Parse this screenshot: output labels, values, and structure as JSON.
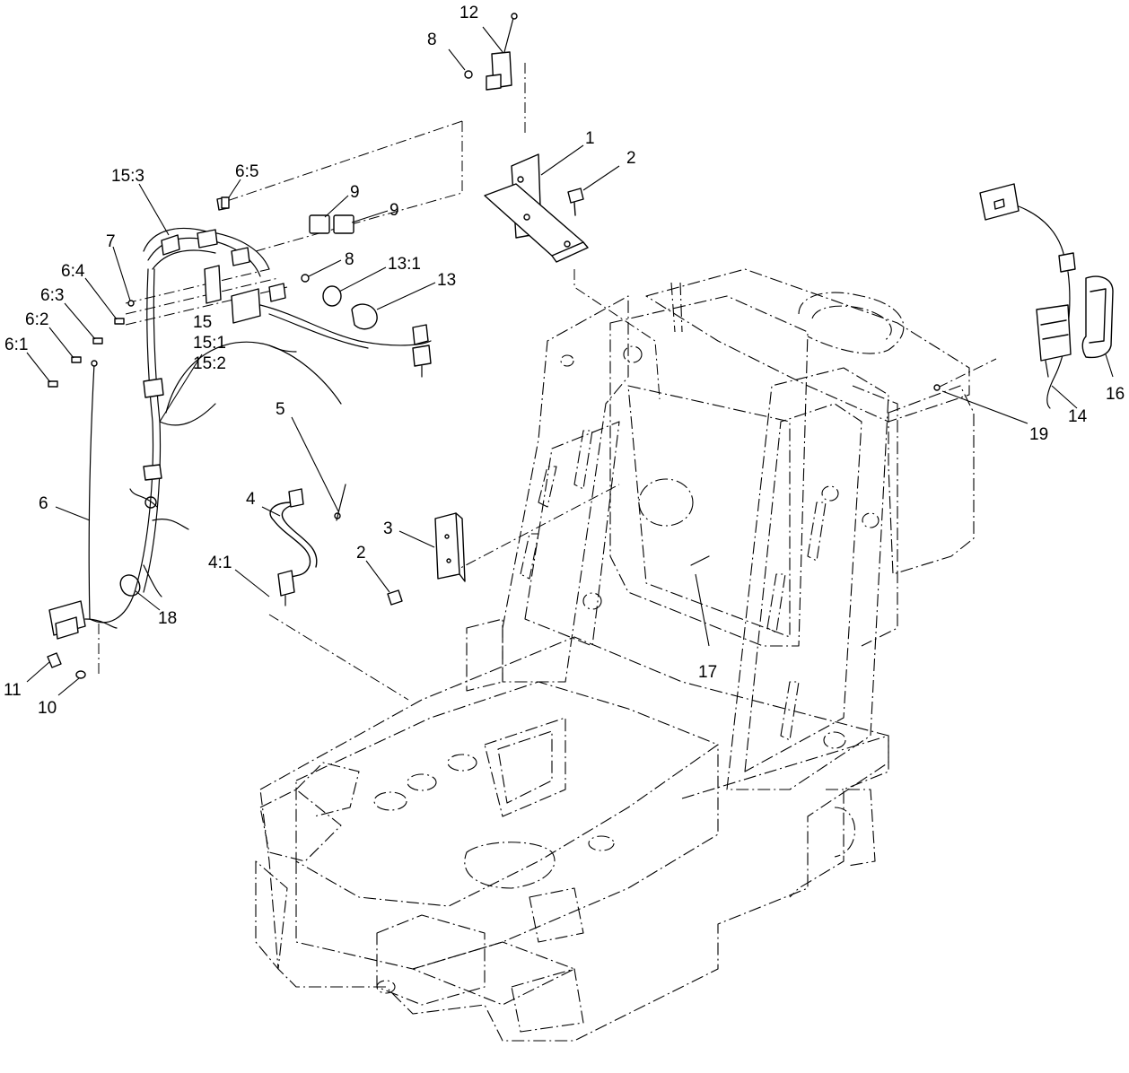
{
  "callouts": {
    "c12": "12",
    "c8a": "8",
    "c1": "1",
    "c2a": "2",
    "c15_3": "15:3",
    "c6_5": "6:5",
    "c9a": "9",
    "c9b": "9",
    "c7": "7",
    "c8b": "8",
    "c13_1": "13:1",
    "c13": "13",
    "c6_4": "6:4",
    "c6_3": "6:3",
    "c6_2": "6:2",
    "c6_1": "6:1",
    "c15": "15",
    "c15_1": "15:1",
    "c15_2": "15:2",
    "c16": "16",
    "c14": "14",
    "c19": "19",
    "c5": "5",
    "c4": "4",
    "c6": "6",
    "c3": "3",
    "c2b": "2",
    "c4_1": "4:1",
    "c17": "17",
    "c18": "18",
    "c11": "11",
    "c10": "10"
  }
}
